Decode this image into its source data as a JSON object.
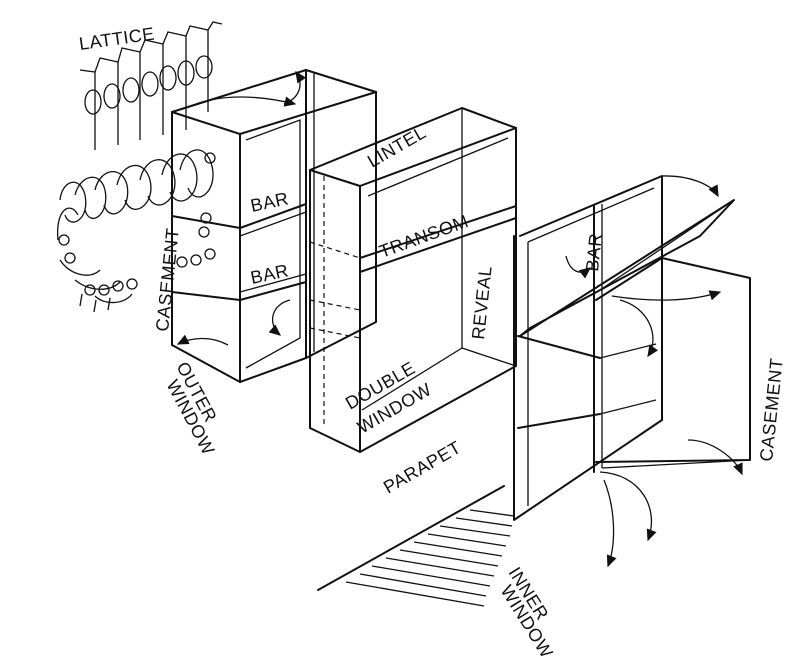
{
  "labels": {
    "lattice": "LATTICE",
    "bar_top": "BAR",
    "bar_bottom": "BAR",
    "casement_left": "CASEMENT",
    "outer_window_1": "OUTER",
    "outer_window_2": "WINDOW",
    "lintel": "LINTEL",
    "transom": "TRANSOM",
    "reveal": "REVEAL",
    "double_window_1": "DOUBLE",
    "double_window_2": "WINDOW",
    "parapet": "PARAPET",
    "bar_right": "BAR",
    "casement_right": "CASEMENT",
    "inner_window_1": "INNER",
    "inner_window_2": "WINDOW"
  },
  "colors": {
    "ink": "#111111",
    "paper": "#ffffff"
  }
}
